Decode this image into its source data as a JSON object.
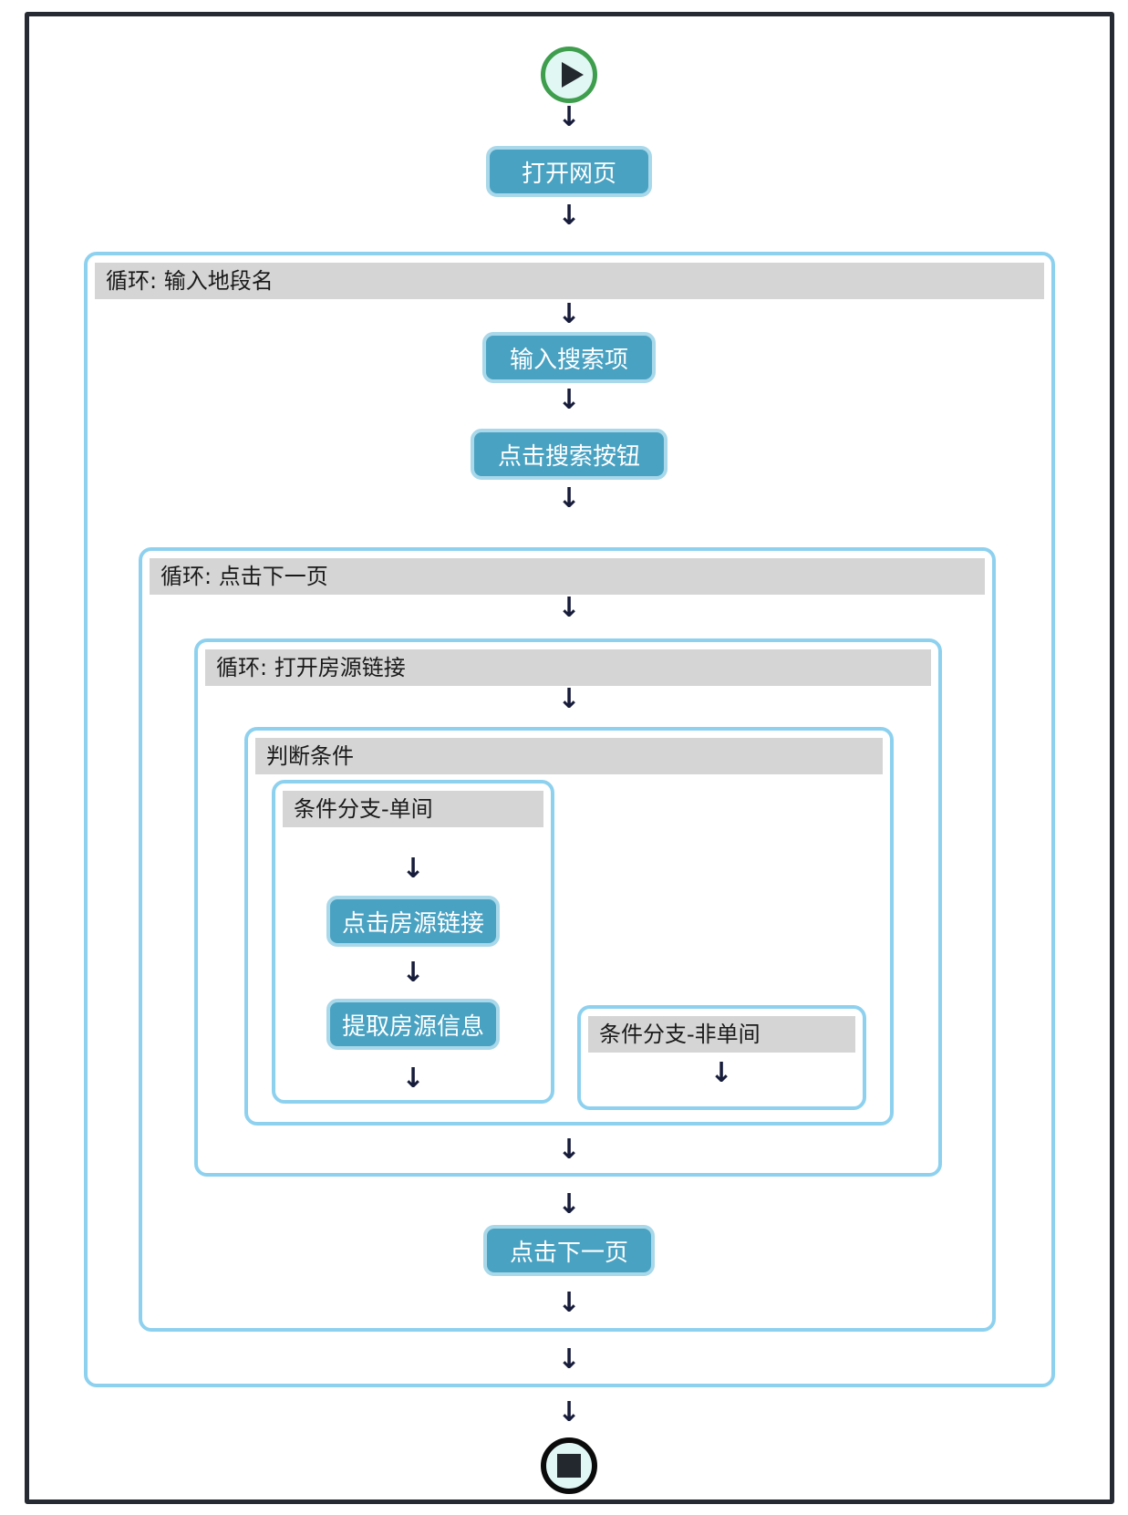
{
  "colors": {
    "canvas_border": "#262a32",
    "loop_border": "#8ed1ef",
    "header_bg": "#d5d5d5",
    "header_text": "#1a1a1a",
    "button_bg": "#4aa2c2",
    "button_border": "#a8d8e9",
    "button_text": "#ffffff",
    "start_ring_green": "#3f9e4e",
    "terminal_fill": "#e1f7f3",
    "arrow_color": "#171c3a"
  },
  "icons": {
    "arrow_down": "↓",
    "play": "play-triangle",
    "stop": "stop-square"
  },
  "flow": {
    "start": {
      "name": "start"
    },
    "open_webpage": {
      "label": "打开网页"
    },
    "loop_district": {
      "title": "循环: 输入地段名",
      "input_search": {
        "label": "输入搜索项"
      },
      "click_search": {
        "label": "点击搜索按钮"
      },
      "loop_next_page": {
        "title": "循环: 点击下一页",
        "loop_listing": {
          "title": "循环: 打开房源链接",
          "condition": {
            "title": "判断条件",
            "branch_single": {
              "title": "条件分支-单间",
              "click_listing": {
                "label": "点击房源链接"
              },
              "extract_info": {
                "label": "提取房源信息"
              }
            },
            "branch_non_single": {
              "title": "条件分支-非单间"
            }
          }
        },
        "click_next_page": {
          "label": "点击下一页"
        }
      }
    },
    "end": {
      "name": "stop"
    }
  }
}
